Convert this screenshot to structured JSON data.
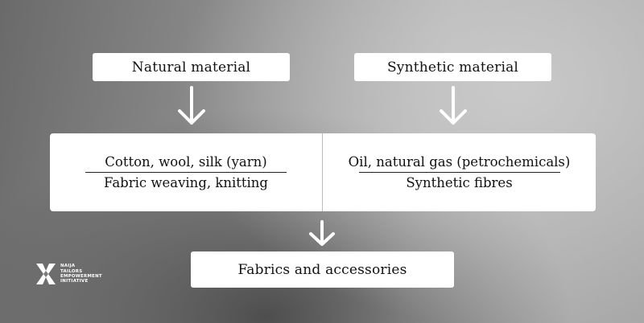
{
  "diagram": {
    "natural_label": "Natural material",
    "synthetic_label": "Synthetic material",
    "natural_source": "Cotton, wool, silk (yarn)",
    "natural_process": "Fabric weaving, knitting",
    "synthetic_source": "Oil, natural gas (petrochemicals)",
    "synthetic_process": "Synthetic fibres",
    "output_label": "Fabrics and accessories"
  },
  "logo": {
    "lines": [
      "NAIJA",
      "TAILORS",
      "EMPOWERMENT",
      "INITIATIVE"
    ]
  },
  "colors": {
    "box": "#ffffff",
    "text": "#111111",
    "arrow": "#ffffff"
  },
  "icons": {
    "arrow": "arrow-down-icon",
    "logo": "nte-logo-icon"
  }
}
